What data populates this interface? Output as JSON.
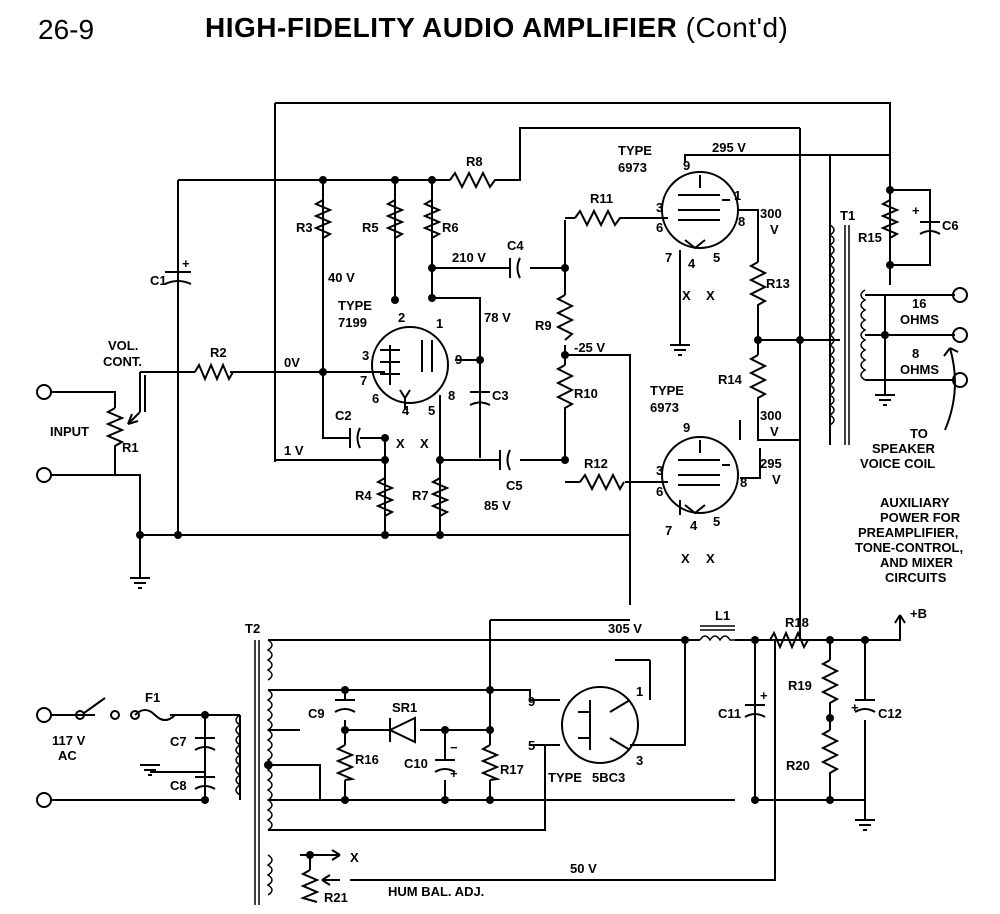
{
  "header": {
    "number": "26-9",
    "title": "HIGH-FIDELITY AUDIO AMPLIFIER",
    "title_suffix": "(Cont'd)"
  },
  "tubes": {
    "v1": {
      "type_label": "TYPE",
      "type": "7199",
      "pins": [
        "2",
        "1",
        "3",
        "9",
        "7",
        "6",
        "4",
        "5",
        "8"
      ]
    },
    "v2": {
      "type_label": "TYPE",
      "type": "6973",
      "pins": [
        "9",
        "1",
        "3",
        "6",
        "8",
        "7",
        "4",
        "5"
      ]
    },
    "v3": {
      "type_label": "TYPE",
      "type": "6973",
      "pins": [
        "9",
        "3",
        "6",
        "8",
        "7",
        "4",
        "5"
      ]
    },
    "rect": {
      "type_label": "TYPE",
      "type": "5BC3",
      "pins": [
        "9",
        "1",
        "5",
        "3"
      ]
    }
  },
  "resistors": {
    "R1": "R1",
    "R2": "R2",
    "R3": "R3",
    "R4": "R4",
    "R5": "R5",
    "R6": "R6",
    "R7": "R7",
    "R8": "R8",
    "R9": "R9",
    "R10": "R10",
    "R11": "R11",
    "R12": "R12",
    "R13": "R13",
    "R14": "R14",
    "R15": "R15",
    "R16": "R16",
    "R17": "R17",
    "R18": "R18",
    "R19": "R19",
    "R20": "R20",
    "R21": "R21"
  },
  "capacitors": {
    "C1": "C1",
    "C2": "C2",
    "C3": "C3",
    "C4": "C4",
    "C5": "C5",
    "C6": "C6",
    "C7": "C7",
    "C8": "C8",
    "C9": "C9",
    "C10": "C10",
    "C11": "C11",
    "C12": "C12"
  },
  "components": {
    "T1": "T1",
    "T2": "T2",
    "L1": "L1",
    "F1": "F1",
    "SR1": "SR1"
  },
  "voltages": {
    "v295a": "295 V",
    "v300a": "300",
    "v300a_unit": "V",
    "v300b": "300",
    "v300b_unit": "V",
    "v295b": "295",
    "v295b_unit": "V",
    "v210": "210 V",
    "v40": "40 V",
    "v78": "78 V",
    "v0": "0V",
    "v1": "1 V",
    "vm25": "-25 V",
    "v85": "85 V",
    "v305": "305 V",
    "v50": "50 V"
  },
  "labels": {
    "vol_cont_1": "VOL.",
    "vol_cont_2": "CONT.",
    "input": "INPUT",
    "ohms16_a": "16",
    "ohms16_b": "OHMS",
    "ohms8_a": "8",
    "ohms8_b": "OHMS",
    "speaker_1": "TO",
    "speaker_2": "SPEAKER",
    "speaker_3": "VOICE COIL",
    "aux_1": "AUXILIARY",
    "aux_2": "POWER FOR",
    "aux_3": "PREAMPLIFIER,",
    "aux_4": "TONE-CONTROL,",
    "aux_5": "AND MIXER",
    "aux_6": "CIRCUITS",
    "plus_b": "+B",
    "ac_1": "117 V",
    "ac_2": "AC",
    "hum": "HUM BAL. ADJ.",
    "x": "X",
    "plus": "+",
    "minus": "−"
  }
}
